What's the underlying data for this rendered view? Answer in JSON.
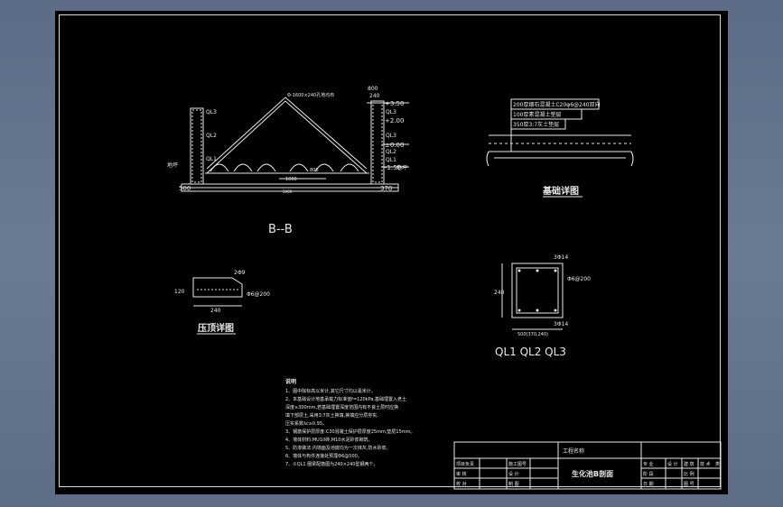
{
  "drawing": {
    "section_label": "B--B",
    "section_annotations": {
      "roof_bar": "Φ-1600×240孔地均布",
      "top_dim": "800",
      "dim_240": "240",
      "lvl_350": "+3.50",
      "lvl_200": "+2.00",
      "lvl_000": "±0.00",
      "lvl_150": "-1.50",
      "ql3_left": "QL3",
      "ql2_left": "QL2",
      "ql1_left": "QL1",
      "ql3_right_top": "QL3",
      "ql3_right": "QL3",
      "ql2_right": "QL2",
      "ql1_right": "QL1",
      "left_tag": "地坪",
      "right_tag": "地坪",
      "base_left": "500",
      "base_right": "370",
      "inner_1": "1000",
      "inner_2": "800",
      "span": "5000"
    },
    "foundation": {
      "title": "基础详图",
      "layers": [
        "200厚细石混凝土C20φ6@240双向",
        "100厚素混凝土垫层",
        "350厚3:7灰土垫层"
      ]
    },
    "coping": {
      "title": "压顶详图",
      "top_dim": "2Φ9",
      "side_dim": "120",
      "width_dim": "240",
      "rebar": "Φ6@200"
    },
    "beam": {
      "top_bar": "3Φ14",
      "bottom_bar": "3Φ14",
      "stirrup": "Φ6@200",
      "height_dim": "240",
      "width_dim": "500(370,240)",
      "caption": "QL1  QL2  QL3"
    },
    "notes": {
      "heading": "说明",
      "lines": [
        "1、图中除标高以米计,其它尺寸均以毫米计。",
        "2、本基础设计地基承载力标准值f=120kPa,基础埋置入老土",
        "   深度≥300mm,若基础埋置深度范围内有不良土层时应换",
        "   填下部层土,采用3:7灰土换填,换填应分层夯实,",
        "   压实系数λc≥0.95。",
        "3、钢筋保护层厚度:C30混凝土保护层厚度25mm,垫层15mm。",
        "4、墙体材料:MU10砖,M10水泥砂浆砌筑。",
        "5、防渗做法:内墙面及池底均为一次抹灰,防水砂浆。",
        "6、墙体与构件连接处预埋Φ6@500。",
        "7、①QL1 圈梁配筋图为240×240型钢两个。"
      ]
    },
    "title_block": {
      "project_label": "工程名称",
      "project_value": "",
      "row1": [
        "项目负责",
        "",
        "施工图号",
        ""
      ],
      "row2": [
        "审  核",
        "",
        "设  计",
        ""
      ],
      "row3": [
        "校  对",
        "",
        "制  图",
        ""
      ],
      "drawing_name": "生化池B剖面",
      "meta1": [
        "专  业",
        "设  计",
        "建  筑",
        "技  术",
        "类"
      ],
      "meta2": [
        "阶  段",
        "",
        "比  例",
        ""
      ],
      "meta3": [
        "日  期",
        "",
        "图  号",
        ""
      ]
    }
  }
}
